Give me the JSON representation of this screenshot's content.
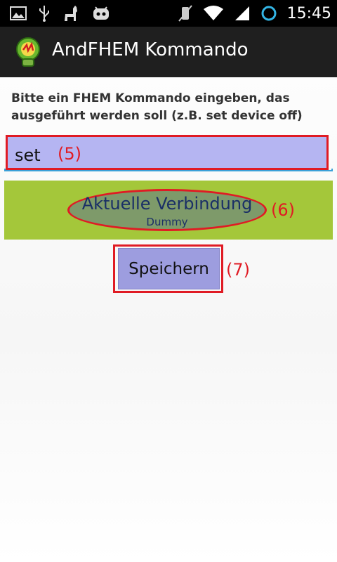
{
  "status_bar": {
    "time": "15:45",
    "icons": [
      "image-icon",
      "usb-icon",
      "llama-icon",
      "android-icon",
      "mute-icon",
      "wifi-icon",
      "signal-icon",
      "battery-icon"
    ]
  },
  "app": {
    "title": "AndFHEM Kommando"
  },
  "prompt": {
    "text": "Bitte ein FHEM Kommando eingeben, das ausgeführt werden soll (z.B. set device off)"
  },
  "command_input": {
    "value": "set",
    "placeholder": ""
  },
  "connection": {
    "title": "Aktuelle Verbindung",
    "subtitle": "Dummy"
  },
  "save_button": {
    "label": "Speichern"
  },
  "annotations": {
    "input_label": "(5)",
    "connection_label": "(6)",
    "save_label": "(7)"
  },
  "colors": {
    "input_bg": "#b5b5f2",
    "connection_bg": "#a4c73a",
    "annotation": "#e01b24",
    "button_bg": "#9d9ddf"
  }
}
